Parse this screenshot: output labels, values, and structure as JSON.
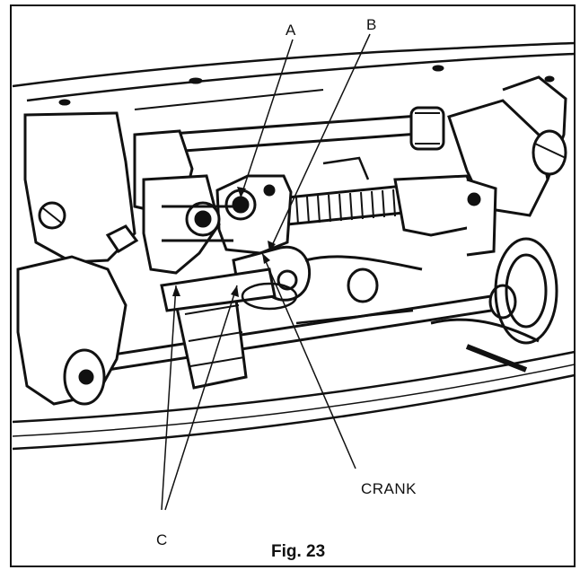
{
  "figure": {
    "caption": "Fig. 23",
    "callouts": {
      "a": "A",
      "b": "B",
      "c": "C",
      "crank": "CRANK"
    }
  }
}
